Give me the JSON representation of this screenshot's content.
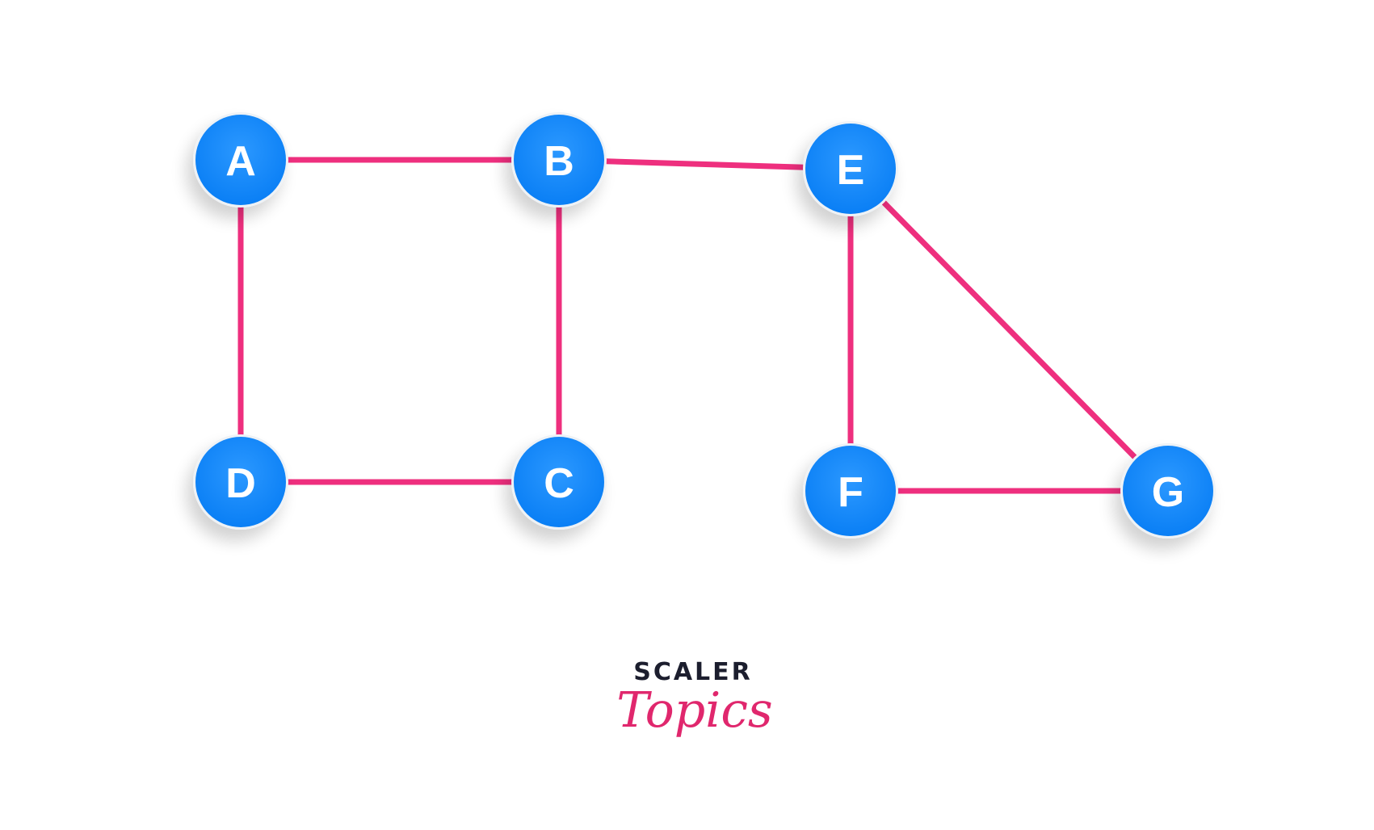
{
  "graph": {
    "nodes": [
      {
        "id": "A",
        "label": "A"
      },
      {
        "id": "B",
        "label": "B"
      },
      {
        "id": "E",
        "label": "E"
      },
      {
        "id": "D",
        "label": "D"
      },
      {
        "id": "C",
        "label": "C"
      },
      {
        "id": "F",
        "label": "F"
      },
      {
        "id": "G",
        "label": "G"
      }
    ],
    "edges": [
      {
        "from": "A",
        "to": "B"
      },
      {
        "from": "B",
        "to": "E"
      },
      {
        "from": "A",
        "to": "D"
      },
      {
        "from": "B",
        "to": "C"
      },
      {
        "from": "D",
        "to": "C"
      },
      {
        "from": "E",
        "to": "F"
      },
      {
        "from": "E",
        "to": "G"
      },
      {
        "from": "F",
        "to": "G"
      }
    ],
    "colors": {
      "node_fill": "#1a8cff",
      "edge": "#ee2f7e",
      "label": "#ffffff"
    }
  },
  "logo": {
    "line1": "SCALER",
    "line2": "Topics"
  }
}
